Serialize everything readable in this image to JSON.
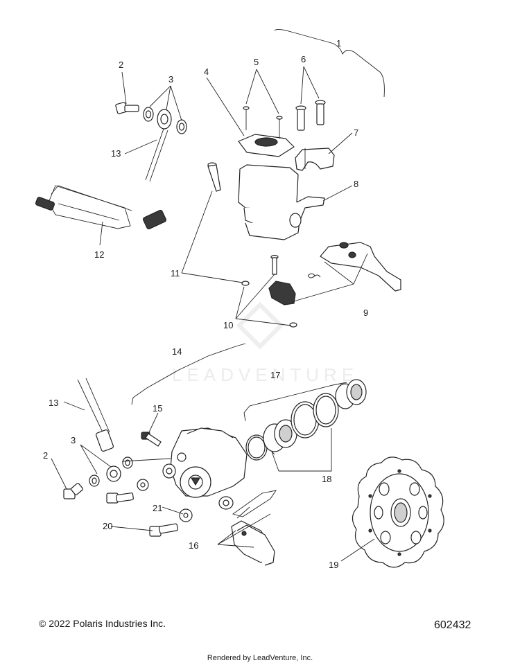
{
  "diagram": {
    "watermark": "LEADVENTURE",
    "callouts": [
      "1",
      "2",
      "3",
      "4",
      "5",
      "6",
      "7",
      "8",
      "9",
      "10",
      "11",
      "12",
      "13",
      "14",
      "15",
      "16",
      "17",
      "18",
      "19",
      "20",
      "21"
    ]
  },
  "footer": {
    "copyright": "© 2022 Polaris Industries Inc.",
    "diagram_number": "602432",
    "rendered_by": "Rendered by LeadVenture, Inc."
  }
}
